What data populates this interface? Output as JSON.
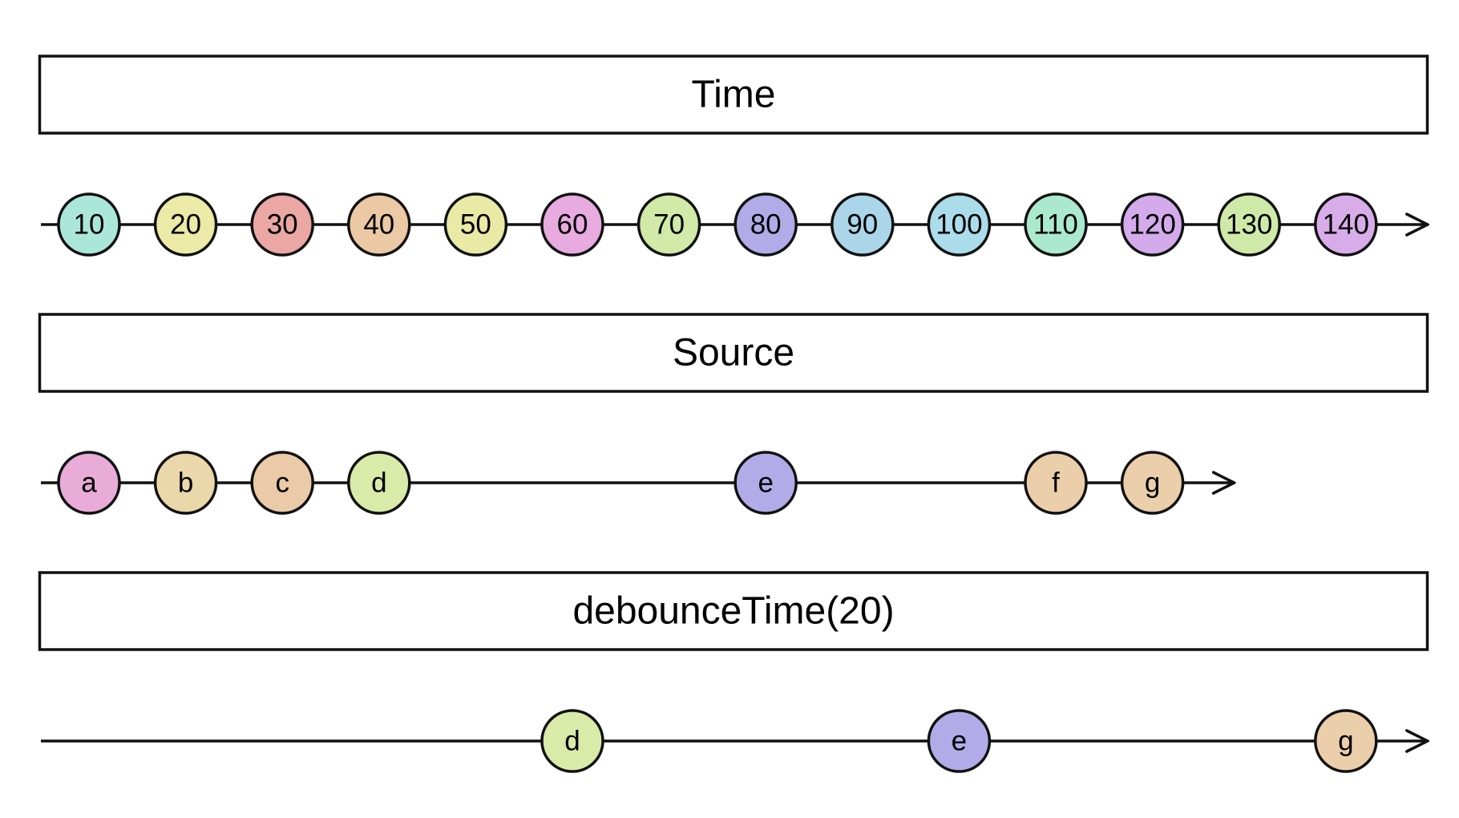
{
  "rows": [
    {
      "title": "Time",
      "arrow_end": 140,
      "marbles": [
        {
          "t": 10,
          "label": "10",
          "color": "#abe7d9"
        },
        {
          "t": 20,
          "label": "20",
          "color": "#ebeaa6"
        },
        {
          "t": 30,
          "label": "30",
          "color": "#eaa7a3"
        },
        {
          "t": 40,
          "label": "40",
          "color": "#ebc9a4"
        },
        {
          "t": 50,
          "label": "50",
          "color": "#e8eaa6"
        },
        {
          "t": 60,
          "label": "60",
          "color": "#e8abe0"
        },
        {
          "t": 70,
          "label": "70",
          "color": "#d1eaa7"
        },
        {
          "t": 80,
          "label": "80",
          "color": "#b2abe8"
        },
        {
          "t": 90,
          "label": "90",
          "color": "#abd6e9"
        },
        {
          "t": 100,
          "label": "100",
          "color": "#abdcea"
        },
        {
          "t": 110,
          "label": "110",
          "color": "#abe9cf"
        },
        {
          "t": 120,
          "label": "120",
          "color": "#d3abea"
        },
        {
          "t": 130,
          "label": "130",
          "color": "#cfeaa8"
        },
        {
          "t": 140,
          "label": "140",
          "color": "#d8ace9"
        }
      ]
    },
    {
      "title": "Source",
      "arrow_end": 120,
      "marbles": [
        {
          "t": 10,
          "label": "a",
          "color": "#e9abd8"
        },
        {
          "t": 20,
          "label": "b",
          "color": "#ead8ab"
        },
        {
          "t": 30,
          "label": "c",
          "color": "#ebcaa8"
        },
        {
          "t": 40,
          "label": "d",
          "color": "#d9eaa9"
        },
        {
          "t": 80,
          "label": "e",
          "color": "#b3abe8"
        },
        {
          "t": 110,
          "label": "f",
          "color": "#ebcfab"
        },
        {
          "t": 120,
          "label": "g",
          "color": "#ebcfab"
        }
      ]
    },
    {
      "title": "debounceTime(20)",
      "arrow_end": 140,
      "marbles": [
        {
          "t": 60,
          "label": "d",
          "color": "#d9eaa9"
        },
        {
          "t": 100,
          "label": "e",
          "color": "#b3abe8"
        },
        {
          "t": 140,
          "label": "g",
          "color": "#ebcfab"
        }
      ]
    }
  ]
}
